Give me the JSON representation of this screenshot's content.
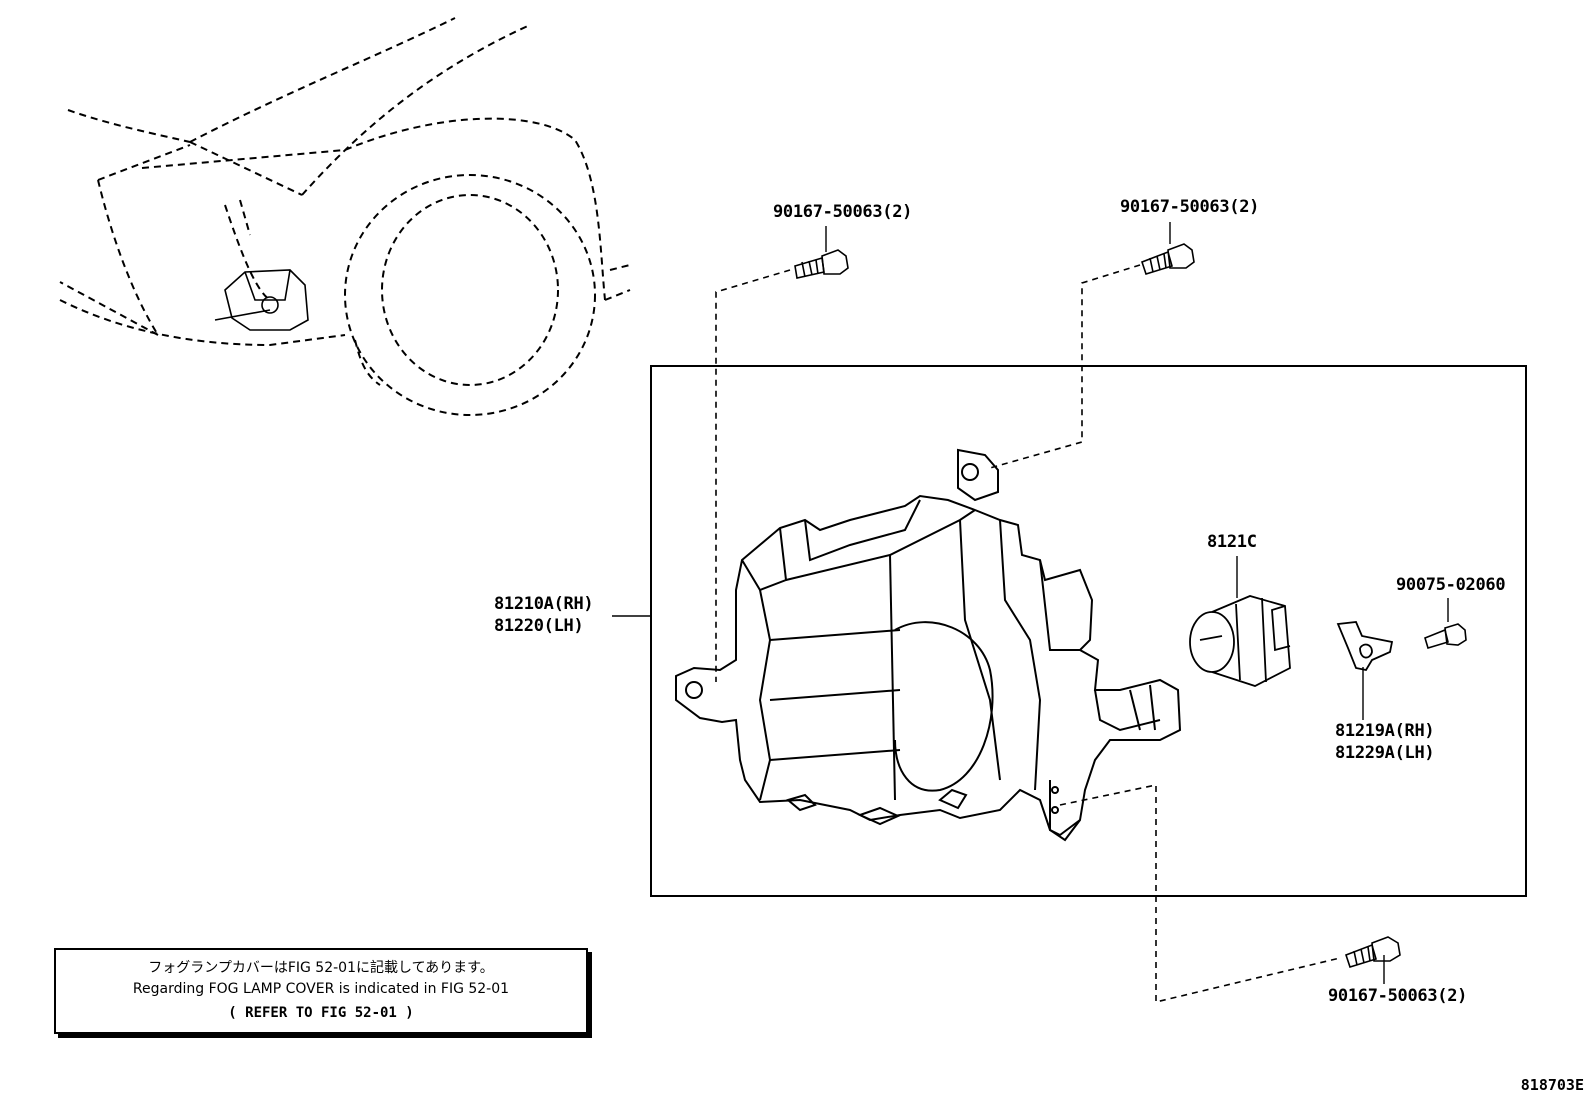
{
  "callouts": {
    "bolt_top_left": "90167-50063(2)",
    "bolt_top_right": "90167-50063(2)",
    "bolt_bottom_right": "90167-50063(2)",
    "housing_rh": "81210A(RH)",
    "housing_lh": "81220(LH)",
    "bulb": "8121C",
    "screw": "90075-02060",
    "bracket_rh": "81219A(RH)",
    "bracket_lh": "81229A(LH)"
  },
  "note": {
    "line_jp": "フォグランプカバーはFIG 52-01に記載してあります。",
    "line_en": "Regarding FOG LAMP COVER is indicated in FIG 52-01",
    "line_ref": "( REFER TO FIG 52-01 )"
  },
  "figure_id": "818703E"
}
